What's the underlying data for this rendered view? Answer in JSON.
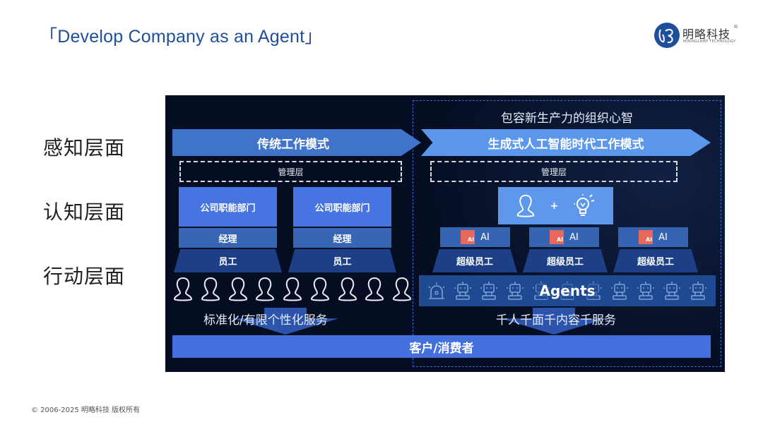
{
  "header": {
    "title": "「Develop Company as an Agent」",
    "logo": {
      "name_cn": "明略科技",
      "registered": "®",
      "name_en": "MININGLAMP TECHNOLOGY"
    }
  },
  "side_labels": [
    "感知层面",
    "认知层面",
    "行动层面"
  ],
  "diagram": {
    "right_subtitle": "包容新生产力的组织心智",
    "left": {
      "mode_label": "传统工作模式",
      "management_label": "管理层",
      "departments": [
        {
          "dept": "公司职能部门",
          "manager": "经理",
          "staff": "员工"
        },
        {
          "dept": "公司职能部门",
          "manager": "经理",
          "staff": "员工"
        }
      ],
      "people_count": 9,
      "service_label": "标准化/有限个性化服务"
    },
    "right": {
      "mode_label": "生成式人工智能时代工作模式",
      "management_label": "管理层",
      "hybrid_icons": [
        "person-icon",
        "plus",
        "lightbulb-icon"
      ],
      "hybrid_plus": "+",
      "ai_units": [
        {
          "ai_label": "AI",
          "badge": "AI",
          "role": "超级员工"
        },
        {
          "ai_label": "AI",
          "badge": "AI",
          "role": "超级员工"
        },
        {
          "ai_label": "AI",
          "badge": "AI",
          "role": "超级员工"
        }
      ],
      "agents_label": "Agents",
      "agent_icon_count": 10,
      "service_label": "千人千面千内容千服务"
    },
    "customer_label": "客户/消费者"
  },
  "colors": {
    "title_blue": "#1f4f99",
    "panel_bg": "#050d22",
    "arrow_left": "#3f74c9",
    "arrow_right": "#5b97ea",
    "dept_blue": "#4674e0",
    "ai_badge": "#e8695c"
  },
  "footer": {
    "copyright": "© 2006-2025 明略科技 版权所有"
  }
}
